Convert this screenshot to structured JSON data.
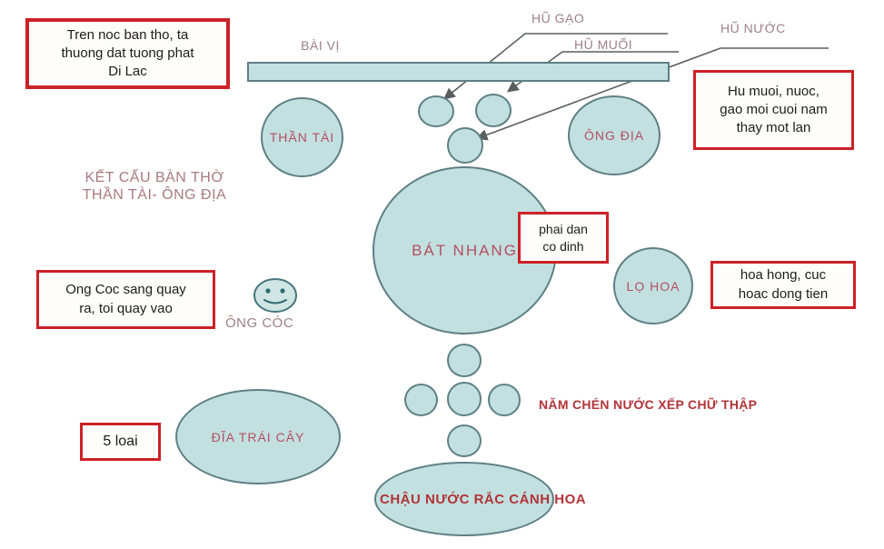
{
  "colors": {
    "shape_fill": "#c2e0e0",
    "shape_border": "#5e8084",
    "annotation_border": "#cc2127",
    "label_rose": "#b44f63",
    "label_mauve": "#9e8086",
    "title_mauve": "#a87a7e",
    "bold_red": "#b23338",
    "line_color": "#585f5f",
    "text_black": "#1c1c1c"
  },
  "title": {
    "text": "KẾT CẤU BÀN THỜ\nTHẦN TÀI- ÔNG ĐỊA"
  },
  "labels": {
    "bai_vi": "BÀI VỊ",
    "hu_gao": "HŨ GẠO",
    "hu_muoi": "HŨ MUỐI",
    "hu_nuoc": "HŨ NƯỚC",
    "than_tai": "THẦN TÀI",
    "ong_dia": "ÔNG ĐỊA",
    "bat_nhang": "BÁT NHANG",
    "lo_hoa": "LỌ HOA",
    "ong_coc": "ÔNG CÓC",
    "dia_trai_cay": "ĐĨA TRÁI CÂY",
    "nam_chen": "NĂM CHÉN NƯỚC XẾP CHỮ THẬP",
    "chau_nuoc": "CHẬU NƯỚC RẮC CÁNH HOA"
  },
  "annotations": {
    "di_lac": "Tren noc ban tho, ta\nthuong dat tuong phat\nDi Lac",
    "thay_han": "Hu muoi, nuoc,\ngao moi cuoi nam\nthay mot lan",
    "phai_dan": "phai dan\nco dinh",
    "hoa_hong": "hoa hong, cuc\nhoac dong tien",
    "ong_coc_note": "Ong Coc sang quay\nra, toi quay vao",
    "nam_loai": "5 loai"
  }
}
